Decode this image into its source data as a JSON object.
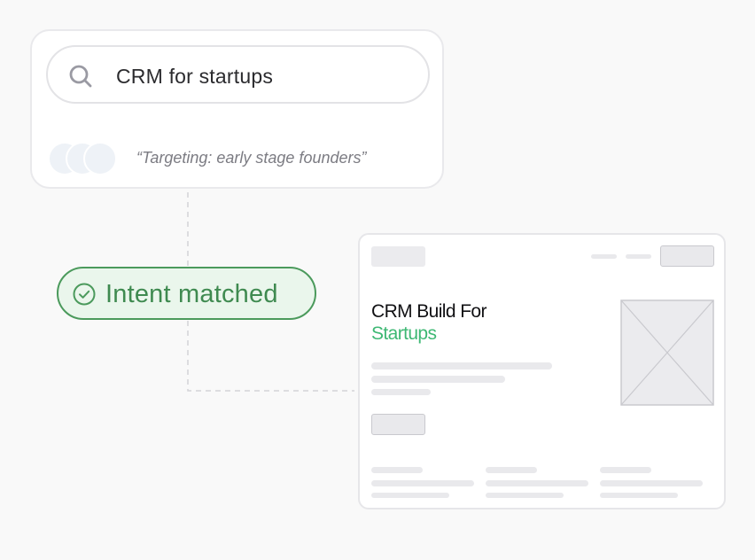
{
  "search": {
    "query": "CRM for startups",
    "targeting_quote": "“Targeting: early stage founders”"
  },
  "intent": {
    "label": "Intent matched"
  },
  "landing": {
    "headline_line1": "CRM Build For",
    "headline_line2": "Startups"
  },
  "colors": {
    "accent_green": "#3eb874",
    "pill_green": "#4b9a5c",
    "pill_bg": "#eaf6ec"
  },
  "icons": [
    "search-icon",
    "check-circle-icon",
    "image-placeholder-icon"
  ]
}
